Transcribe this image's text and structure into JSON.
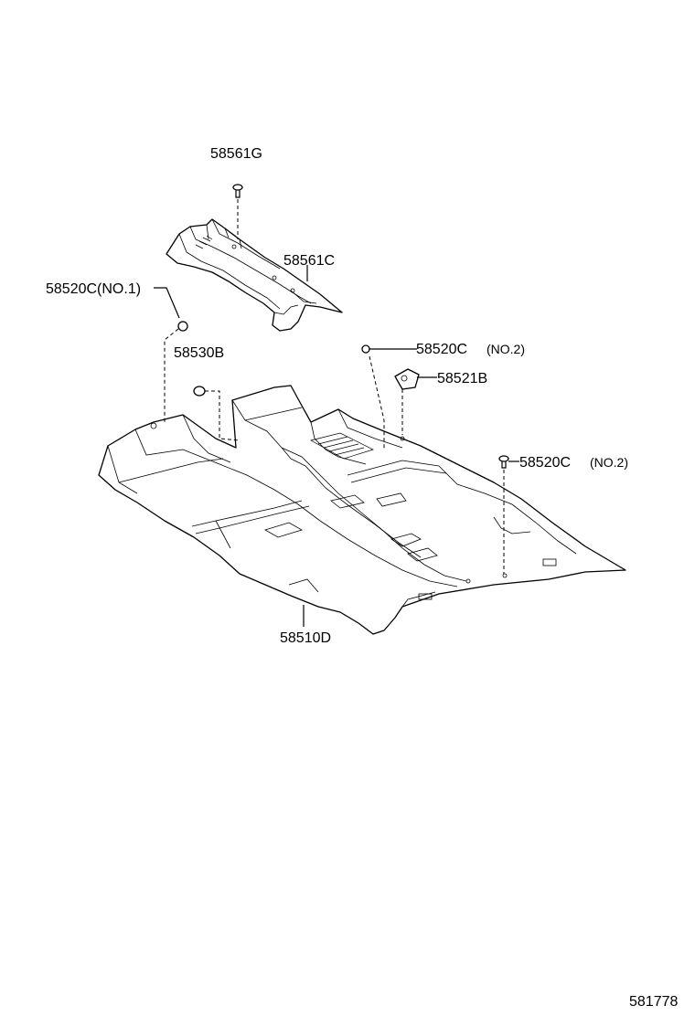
{
  "callouts": {
    "clip_top": "58561G",
    "insulator": "58561C",
    "clip_left": "58520C(NO.1)",
    "plug": "58530B",
    "clip_right_top_code": "58520C",
    "clip_right_top_note": "(NO.2)",
    "clip_retainer": "58521B",
    "clip_right_bottom_code": "58520C",
    "clip_right_bottom_note": "(NO.2)",
    "floor_carpet": "58510D"
  },
  "figure_id": "581778"
}
